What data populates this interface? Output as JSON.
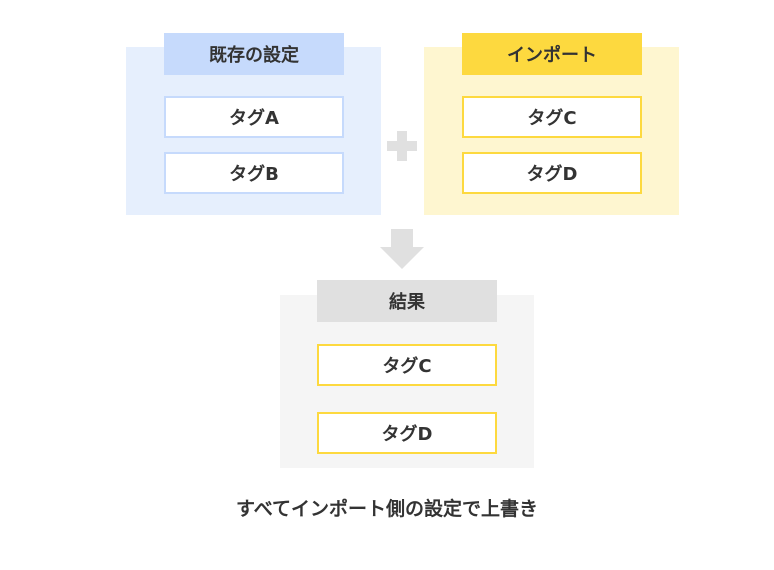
{
  "existing": {
    "title": "既存の設定",
    "tags": [
      "タグA",
      "タグB"
    ]
  },
  "import": {
    "title": "インポート",
    "tags": [
      "タグC",
      "タグD"
    ]
  },
  "result": {
    "title": "結果",
    "tags": [
      "タグC",
      "タグD"
    ]
  },
  "caption": "すべてインポート側の設定で上書き",
  "icons": {
    "plus": "plus-icon",
    "arrow": "arrow-down-icon"
  },
  "colors": {
    "existing_bg": "#e6effd",
    "existing_accent": "#c6dafc",
    "import_bg": "#fef6d0",
    "import_accent": "#fdd93f",
    "result_bg": "#f5f5f5",
    "result_header": "#e0e0e0",
    "connector": "#e0e0e0",
    "text": "#333333"
  }
}
